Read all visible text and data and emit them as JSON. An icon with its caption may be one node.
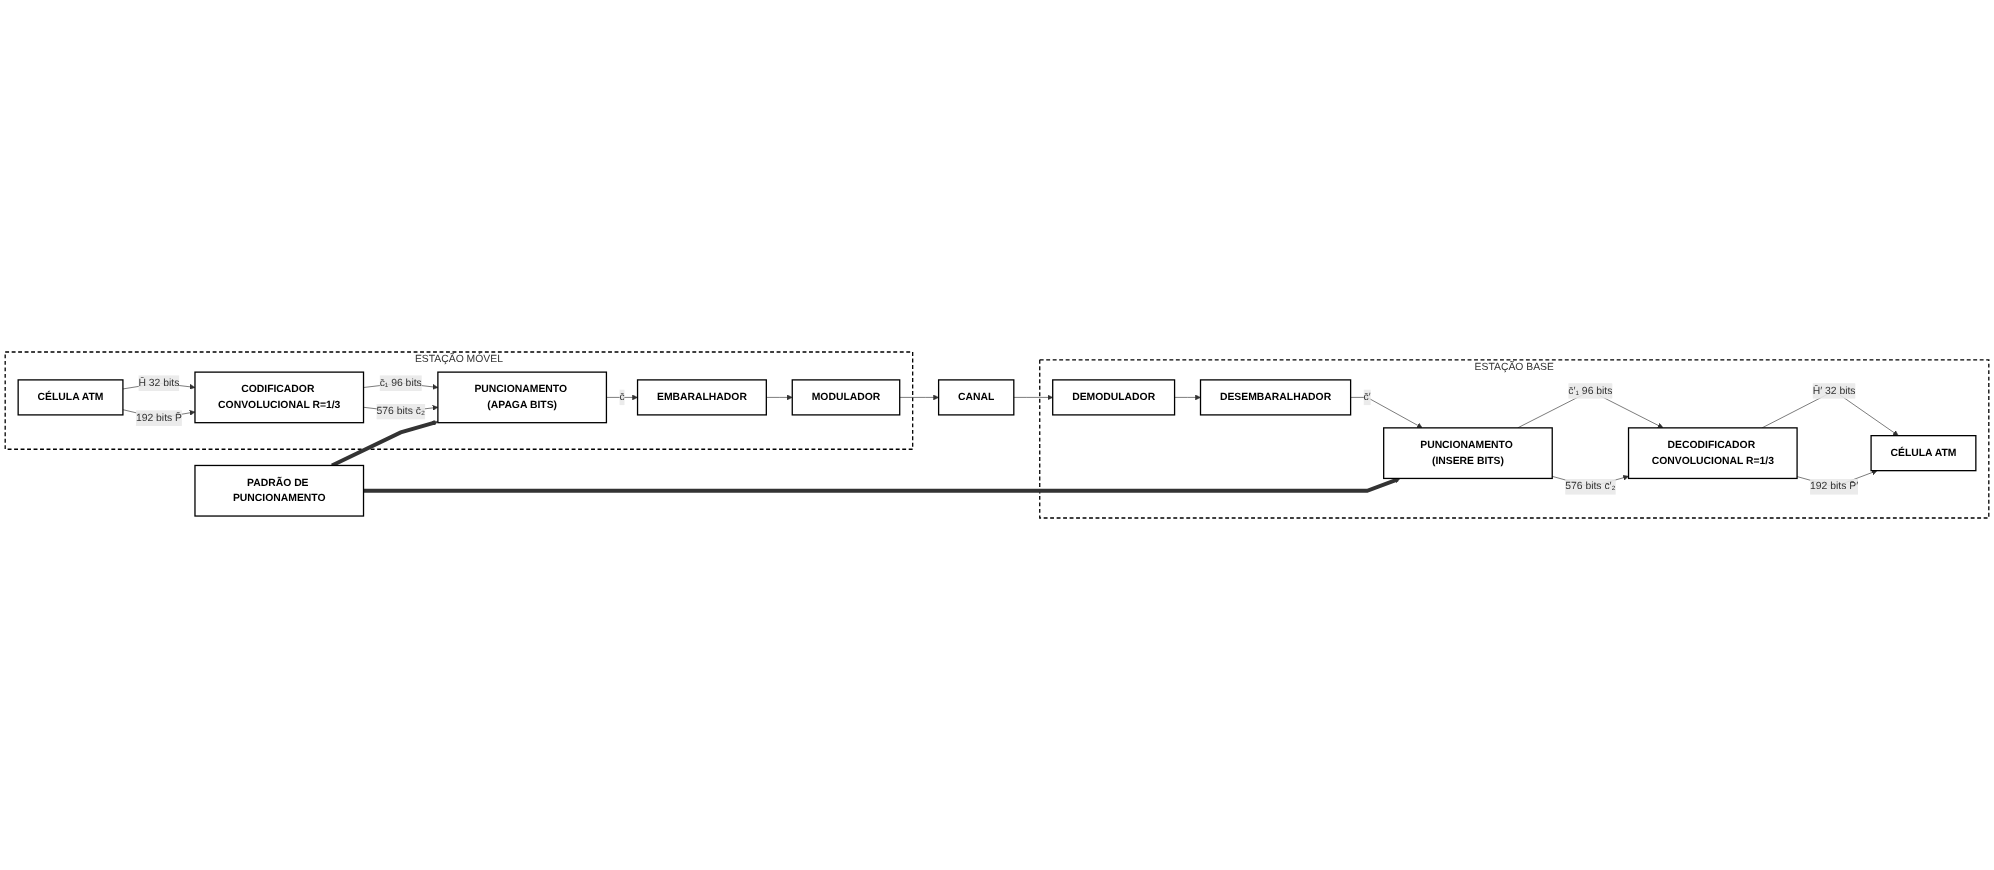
{
  "diagram": {
    "nodes": [
      {
        "text": [
          "ESTAÇÃO MÓVEL"
        ]
      },
      {
        "text": [
          "CÉLULA ATM"
        ],
        "in": 0
      },
      {
        "text": [
          "CODIFICADOR CONVOLUCIONAL R=1/3"
        ],
        "in": 0
      },
      {
        "text": [
          "PUNCIONAMENTO (APAGA BITS)"
        ],
        "in": 0
      },
      {
        "text": [
          "EMBARALHADOR"
        ],
        "in": 0
      },
      {
        "text": [
          "MODULADOR"
        ],
        "in": 0
      },
      {
        "text": [
          "PADRÃO DE PUNCIONAMENTO"
        ]
      },
      {
        "text": [
          "CANAL"
        ]
      },
      {
        "text": [
          "ESTAÇÃO BASE"
        ]
      },
      {
        "text": [
          "CÉLULA ATM"
        ],
        "in": 8
      },
      {
        "text": [
          "DECODIFICADOR CONVOLUCIONAL R=1/3"
        ],
        "in": 8
      },
      {
        "text": [
          "PUNCIONAMENTO (INSERE BITS)"
        ],
        "in": 8
      },
      {
        "text": [
          "DESEMBARALHADOR"
        ],
        "in": 8
      },
      {
        "text": [
          "DEMODULADOR"
        ],
        "in": 8
      }
    ],
    "edges": [
      {
        "from": 1,
        "to": 2,
        "arrow": "to",
        "label": "H̄ 32 bits"
      },
      {
        "from": 1,
        "to": 2,
        "arrow": "to",
        "label": "192 bits P̄"
      },
      {
        "from": 2,
        "to": 3,
        "arrow": "to",
        "label": "c̄₁ 96 bits"
      },
      {
        "from": 2,
        "to": 3,
        "arrow": "to",
        "label": "576 bits c̄₂"
      },
      {
        "from": 3,
        "to": 4,
        "arrow": "to",
        "label": "c̄"
      },
      {
        "from": 4,
        "to": 5,
        "arrow": "to"
      },
      {
        "from": 5,
        "to": 7,
        "arrow": "to"
      },
      {
        "from": 7,
        "to": 13,
        "arrow": "to"
      },
      {
        "from": 13,
        "to": 12,
        "arrow": "to"
      },
      {
        "from": 12,
        "to": 11,
        "arrow": "to",
        "label": "c̄′"
      },
      {
        "from": 11,
        "to": 10,
        "arrow": "to",
        "label": "c̄′₁ 96 bits"
      },
      {
        "from": 11,
        "to": 10,
        "arrow": "to",
        "label": "576 bits c̄′₂"
      },
      {
        "from": 10,
        "to": 9,
        "arrow": "to",
        "label": "H̄′ 32 bits"
      },
      {
        "from": 10,
        "to": 9,
        "arrow": "to",
        "label": "192 bits P̄′"
      },
      {
        "from": 6,
        "to": 3,
        "arrow": "to",
        "style": "thick"
      },
      {
        "from": 6,
        "to": 11,
        "arrow": "to",
        "style": "thick"
      }
    ]
  }
}
